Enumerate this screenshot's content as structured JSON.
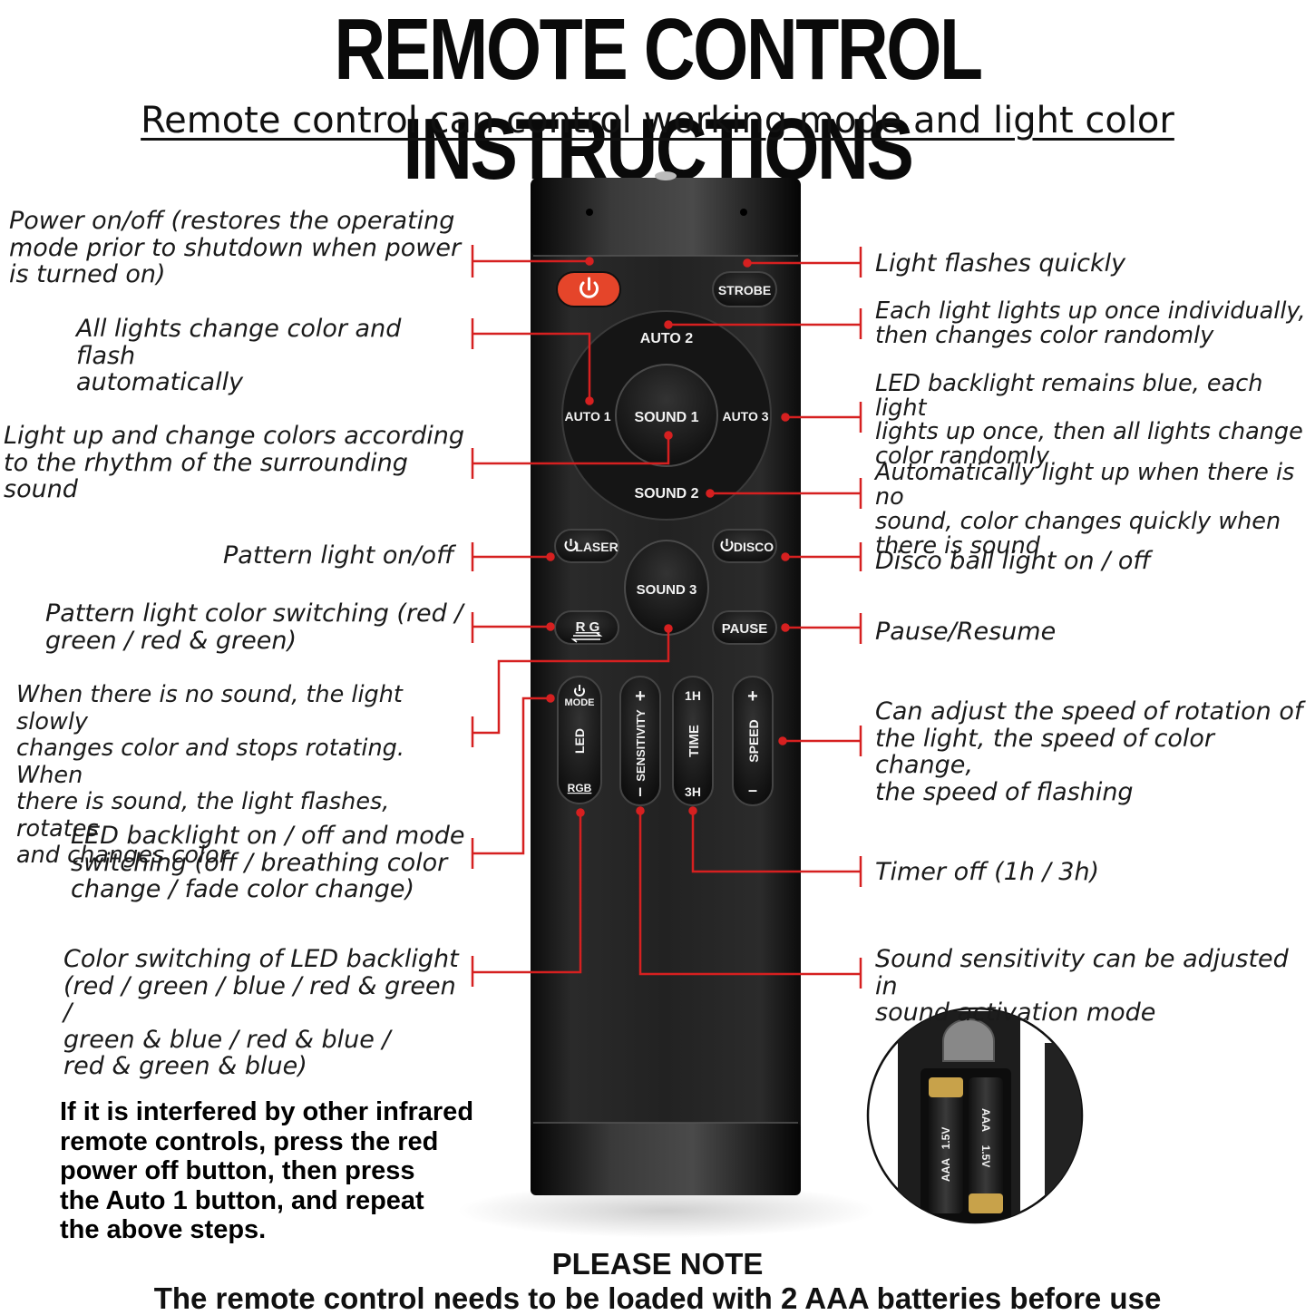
{
  "title": "REMOTE CONTROL INSTRUCTIONS",
  "subtitle": "Remote control can control working mode and light color",
  "remote_buttons": {
    "strobe": "STROBE",
    "auto2": "AUTO 2",
    "auto1": "AUTO 1",
    "sound1": "SOUND 1",
    "auto3": "AUTO 3",
    "sound2": "SOUND 2",
    "laser": "LASER",
    "disco": "DISCO",
    "sound3": "SOUND 3",
    "rg": "R G",
    "pause": "PAUSE",
    "mode": "MODE",
    "led": "LED",
    "rgb": "RGB",
    "sensitivity": "SENSITIVITY",
    "sensitivity_plus": "+",
    "sensitivity_minus": "I",
    "time": "TIME",
    "time_1h": "1H",
    "time_3h": "3H",
    "speed": "SPEED",
    "speed_plus": "+",
    "speed_minus": "–"
  },
  "annotations": {
    "power": "Power on/off  (restores the operating\nmode prior to shutdown when power\nis turned on)",
    "auto1": "All lights change color and flash\nautomatically",
    "sound1": "Light up and change colors according\nto the rhythm of the surrounding\nsound",
    "laser": "Pattern light on/off",
    "rg": "Pattern light color switching (red /\ngreen / red & green)",
    "sound3": "When there is no sound, the light slowly\nchanges color and stops rotating. When\nthere is sound, the light flashes, rotates\nand changes color",
    "led_mode": "LED backlight on / off and mode\nswitching (off / breathing color\nchange / fade color change)",
    "rgb": "Color switching of LED backlight\n(red / green / blue / red & green /\ngreen & blue / red & blue /\nred & green & blue)",
    "strobe": "Light flashes quickly",
    "auto2": "Each light lights up once individually,\nthen changes color randomly",
    "auto3": "LED backlight remains blue, each light\nlights up once, then all lights change\ncolor randomly",
    "sound2": "Automatically light up when there is no\nsound, color changes quickly when\nthere is sound",
    "disco": "Disco ball light on / off",
    "pause": "Pause/Resume",
    "speed": "Can adjust the speed of rotation of\nthe light, the speed of color change,\nthe speed of flashing",
    "time": "Timer off (1h / 3h)",
    "sensitivity": "Sound sensitivity can be adjusted in\nsound activation mode"
  },
  "battery_labels": {
    "type": "AAA",
    "voltage": "1.5V"
  },
  "warning": "If it is interfered by other infrared\nremote controls, press the red\npower off button, then press\nthe Auto 1 button, and repeat\nthe above steps.",
  "please_note": "PLEASE NOTE",
  "battery_note": "The remote control needs to be loaded with 2 AAA batteries before use",
  "colors": {
    "leader_line": "#d62020",
    "remote_body": "#1c1c1c",
    "power_button": "#e5452a",
    "battery_gold": "#c8a24a"
  }
}
